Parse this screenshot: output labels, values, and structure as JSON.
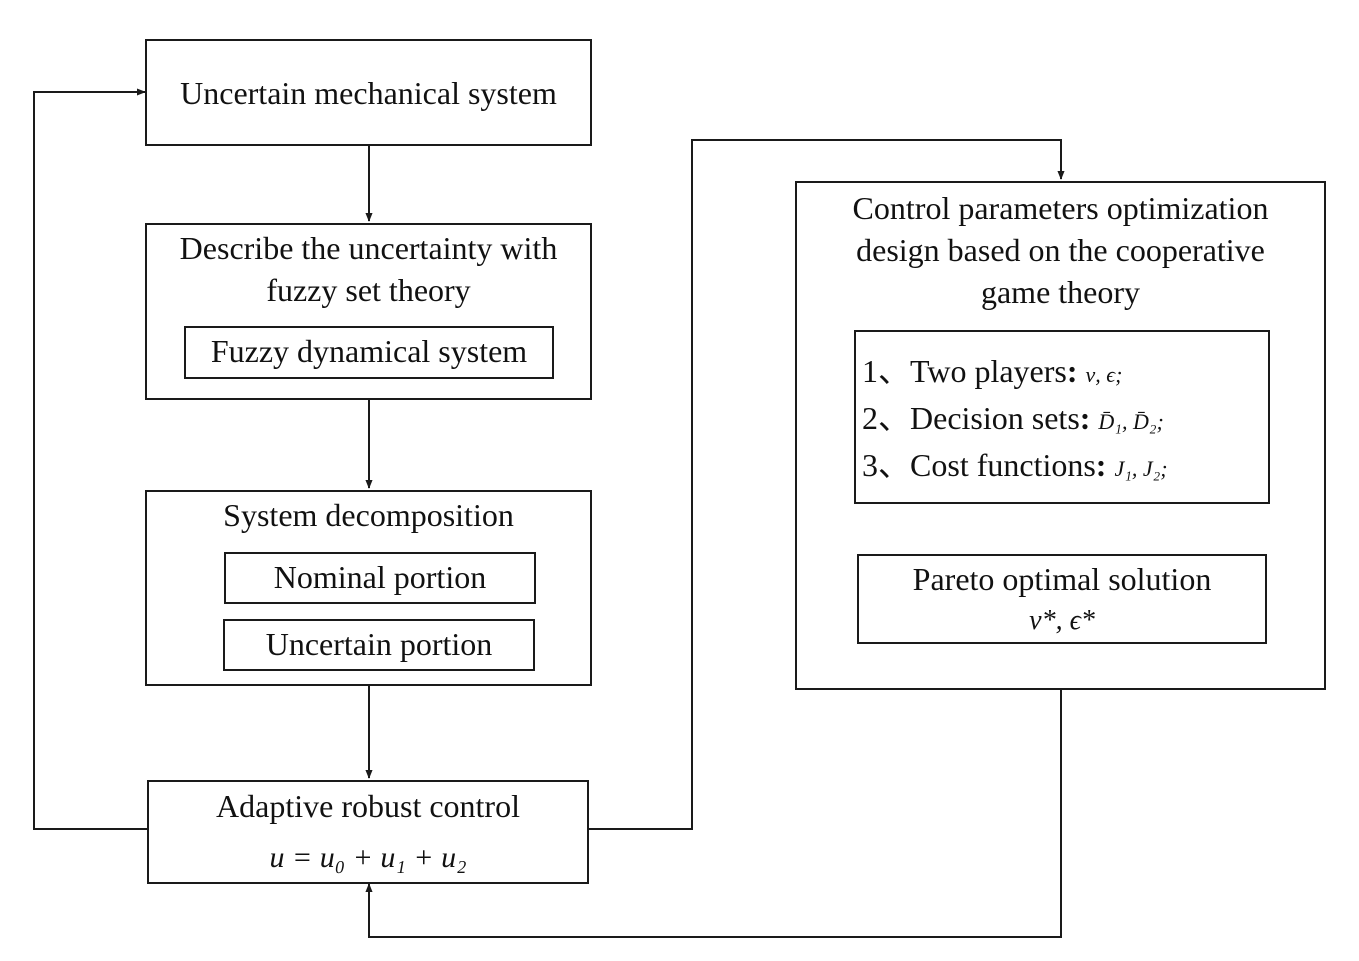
{
  "boxes": {
    "system": {
      "title": "Uncertain mechanical system"
    },
    "fuzzy": {
      "line1": "Describe the uncertainty with",
      "line2": "fuzzy set theory",
      "inner": "Fuzzy dynamical system"
    },
    "decomp": {
      "title": "System decomposition",
      "nominal": "Nominal portion",
      "uncertain": "Uncertain portion"
    },
    "control": {
      "title": "Adaptive robust control",
      "formula": "u = u₀ + u₁ + u₂"
    },
    "optim": {
      "line1": "Control parameters optimization",
      "line2": "design based on the cooperative",
      "line3": "game theory",
      "items": [
        {
          "num": "1",
          "label": "Two players",
          "syms": "ν, ϵ;"
        },
        {
          "num": "2",
          "label": "Decision sets",
          "syms": "D̄₁, D̄₂;"
        },
        {
          "num": "3",
          "label": "Cost functions",
          "syms": "J₁, J₂;"
        }
      ],
      "pareto": {
        "title": "Pareto optimal solution",
        "value": "ν*, ϵ*"
      }
    }
  },
  "colors": {
    "line": "#1a1a1a",
    "background": "#ffffff"
  }
}
